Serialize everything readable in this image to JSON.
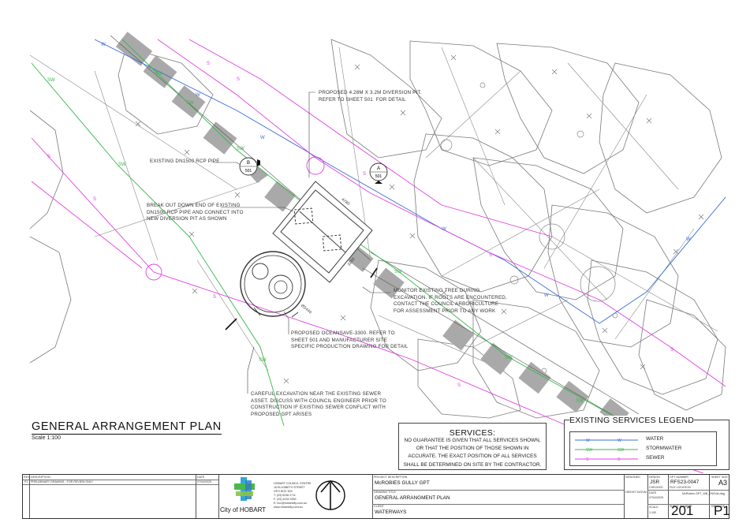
{
  "drawing": {
    "title": "GENERAL ARRANGEMENT PLAN",
    "scale": "Scale 1:100",
    "annotations": {
      "diversion_pit": "PROPOSED 4.28M X 3.2M DIVERSION PIT.\nREFER TO SHEET 501  FOR DETAIL",
      "existing_pipe": "EXISTING DN1500 RCP PIPE",
      "break_out": "BREAK OUT DOWN END OF EXISTING\nDN1500 RCP PIPE AND CONNECT INTO\nNEW DIVERSION PIT AS SHOWN",
      "monitor_tree": "MONITOR EXISTING TREE DURING\nEXCAVATION. IF ROOTS ARE ENCOUNTERED,\nCONTACT THE COUNCIL ARBORICULTURE\nFOR ASSESSMENT PRIOR TO ANY WORK",
      "oceansave": "PROPOSED OCEANSAVE-3300. REFER TO\nSHEET 501 AND MANUFACTURER SITE\nSPECIFIC PRODUCTION DRAWING FOR DETAIL",
      "careful_excavation": "CAREFUL EXCAVATION NEAR THE EXISTING SEWER\nASSET. DISCUSS WITH COUNCIL ENGINEER PRIOR TO\nCONSTRUCTION IF EXISTING SEWER CONFLICT WITH\nPROPOSED GPT ARISES"
    },
    "section_markers": [
      {
        "letter": "B",
        "sheet": "501"
      },
      {
        "letter": "A",
        "sheet": "501"
      }
    ],
    "dimensions": [
      "4280",
      "3280",
      "Ø3440"
    ]
  },
  "services_note": {
    "heading": "SERVICES:",
    "text": "NO GUARANTEE IS GIVEN THAT ALL SERVICES SHOWN, OR THAT THE POSITION OF THOSE SHOWN IN ACCURATE. THE EXACT POSITION OF ALL SERVICES SHALL BE DETERMINED ON SITE BY THE CONTRACTOR."
  },
  "legend": {
    "heading": "EXISTING SERVICES LEGEND",
    "items": [
      {
        "label": "WATER",
        "code": "W",
        "color": "#3b6fd6"
      },
      {
        "label": "STORMWATER",
        "code": "SW",
        "color": "#36b84a"
      },
      {
        "label": "SEWER",
        "code": "S",
        "color": "#e040e0"
      }
    ]
  },
  "title_block": {
    "rev_header": "REV",
    "desc_header": "DESCRIPTION",
    "date_header": "DATE",
    "rev": "P1",
    "rev_desc": "PRELIMINARY DRAWING - FOR REVIEW ONLY",
    "rev_date": "07/04/2025",
    "council_lines": [
      "HOBART COUNCIL CENTRE",
      "16 ELIZABETH STREET",
      "GPO BOX 503",
      "T: (03) 6238 2711",
      "F: (03) 6234 9350",
      "E: hcc@hobartcity.com.au",
      "www.hobartcity.com.au"
    ],
    "logo_text": "City of HOBART",
    "project_label": "PROJECT DESCRIPTION",
    "project": "McROBIES GULLY GPT",
    "drawing_title_label": "DRAWING TITLE",
    "drawing_title": "GENERAL ARRANGMENT PLAN",
    "client_label": "CLIENT",
    "client": "WATERWAYS",
    "designed_label": "DESIGNED",
    "design_label": "DESIGN",
    "design": "JSR",
    "checked_label": "CHECKED",
    "height_datum_label": "HEIGHT DATUM",
    "date_label": "DATE",
    "date": "07/04/2025",
    "scale_label": "SCALE",
    "scale": "1:100",
    "gpt_number_label": "GPT NUMBER",
    "gpt_number": "RFS23-0047",
    "file_location_label": "FILE LOCATION",
    "file_location": "McRobies GPT_WB_ENSVis.dwg",
    "sheet_size_label": "SHEET SIZE",
    "sheet_size": "A3",
    "sheet_number_label": "SHEET NUMBER",
    "sheet_number": "201",
    "revision_label": "REVISION",
    "revision": "P1"
  }
}
